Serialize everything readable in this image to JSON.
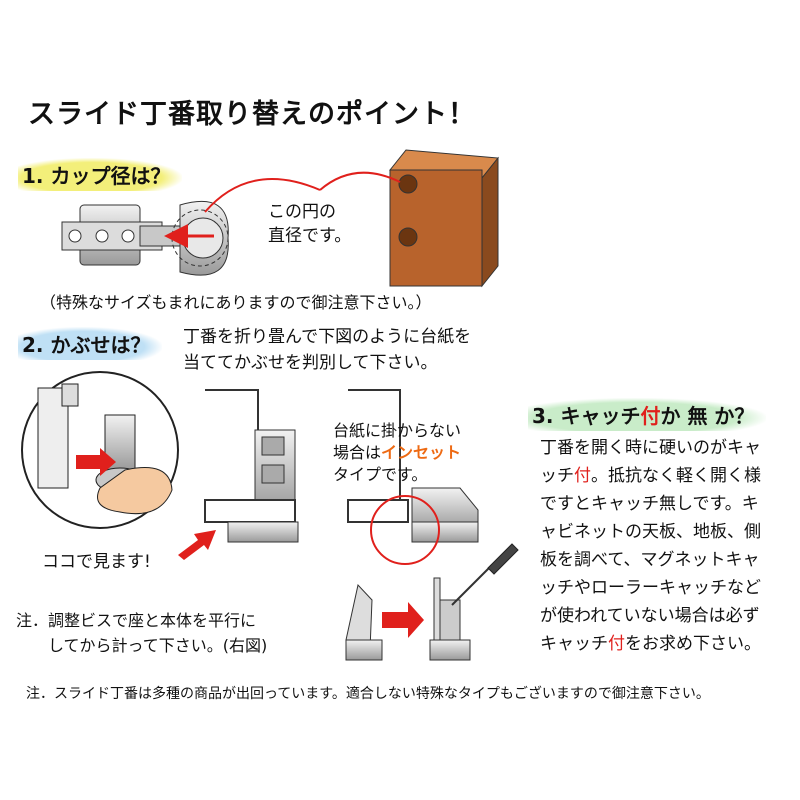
{
  "title": "スライド丁番取り替えのポイント！",
  "section1": {
    "heading": "1. カップ径は？",
    "callout_line1": "この円の",
    "callout_line2": "直径です。",
    "note": "（特殊なサイズもまれにありますので御注意下さい。）"
  },
  "section2": {
    "heading": "2. かぶせは？",
    "desc_line1": "丁番を折り畳んで下図のように台紙を",
    "desc_line2": "当ててかぶせを判別して下さい。",
    "look_here": "ココで見ます!",
    "inset_line1": "台紙に掛からない",
    "inset_line2_pre": "場合は",
    "inset_line2_em": "インセット",
    "inset_line3": "タイプです。",
    "note_line1": "注．調整ビスで座と本体を平行に",
    "note_line2": "　　してから計って下さい。(右図)"
  },
  "section3": {
    "heading_pre": "3. キャッチ",
    "heading_em": "付",
    "heading_post": "か 無 か？",
    "body": [
      {
        "pre": "丁番を開く時に硬いのがキャ",
        "em": "",
        "post": ""
      },
      {
        "pre": "ッチ",
        "em": "付",
        "post": "。抵抗なく軽く開く様"
      },
      {
        "pre": "ですとキャッチ無しです。キ",
        "em": "",
        "post": ""
      },
      {
        "pre": "ャビネットの天板、地板、側",
        "em": "",
        "post": ""
      },
      {
        "pre": "板を調べて、マグネットキャ",
        "em": "",
        "post": ""
      },
      {
        "pre": "ッチやローラーキャッチなど",
        "em": "",
        "post": ""
      },
      {
        "pre": "が使われていない場合は必ず",
        "em": "",
        "post": ""
      },
      {
        "pre": "キャッチ",
        "em": "付",
        "post": "をお求め下さい。"
      }
    ]
  },
  "footer_note": "注．スライド丁番は多種の商品が出回っています。適合しない特殊なタイプもございますので御注意下さい。",
  "colors": {
    "accent_red": "#e0201c",
    "inset_orange": "#ee6a13",
    "wood": "#b8632c"
  }
}
